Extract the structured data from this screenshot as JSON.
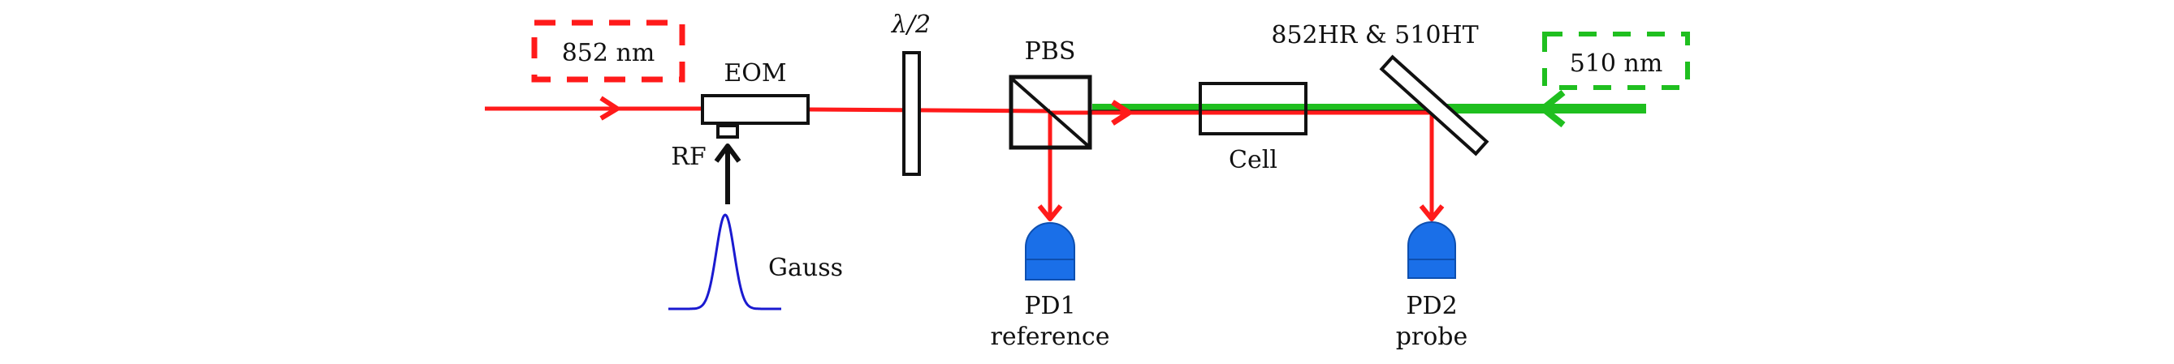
{
  "diagram": {
    "title": "",
    "lasers": {
      "probe": {
        "label": "852 nm",
        "color": "#ff1a1a"
      },
      "coupling": {
        "label": "510 nm",
        "color": "#1fbf1f"
      }
    },
    "components": {
      "eom": "EOM",
      "rf": "RF",
      "gauss": "Gauss",
      "waveplate": "λ/2",
      "pbs": "PBS",
      "cell": "Cell",
      "mirror": "852HR & 510HT",
      "pd1": {
        "name": "PD1",
        "role": "reference"
      },
      "pd2": {
        "name": "PD2",
        "role": "probe"
      }
    },
    "colors": {
      "detector": "#1a6fe8",
      "gauss_curve": "#1a1ad0",
      "outline": "#111111"
    }
  }
}
